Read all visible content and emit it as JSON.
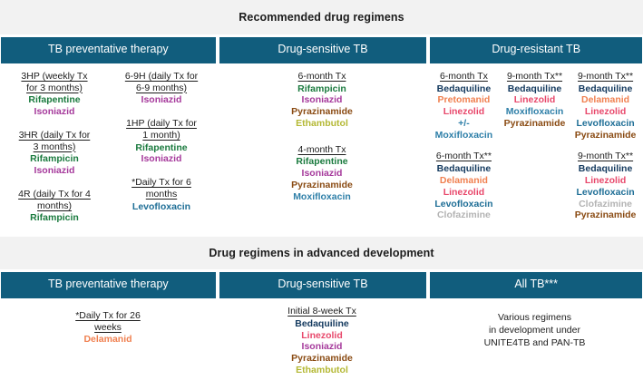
{
  "colors": {
    "header_bar": "#115D7D",
    "band": "#f2f2f2",
    "rifapentine": "#1A7A3E",
    "rifampicin": "#1A7A3E",
    "isoniazid": "#A5399B",
    "pyrazinamide": "#8A4B13",
    "ethambutol": "#B4B834",
    "moxifloxacin": "#2E7FA8",
    "levofloxacin": "#1E6E96",
    "bedaquiline": "#13395E",
    "pretomanid": "#F08050",
    "delamanid": "#F08050",
    "linezolid": "#E8486B",
    "clofazimine": "#B3B3B3",
    "text": "#1c1c1c"
  },
  "section1": {
    "title": "Recommended drug regimens",
    "columns": [
      {
        "header": "TB preventative therapy"
      },
      {
        "header": "Drug-sensitive TB"
      },
      {
        "header": "Drug-resistant TB"
      }
    ],
    "tpt_left": [
      {
        "title_line1": "3HP (weekly Tx",
        "title_line2": "for 3 months)",
        "drugs": [
          {
            "name": "Rifapentine",
            "color_key": "rifapentine"
          },
          {
            "name": "Isoniazid",
            "color_key": "isoniazid"
          }
        ]
      },
      {
        "title_line1": "3HR (daily Tx for",
        "title_line2": "3 months)",
        "drugs": [
          {
            "name": "Rifampicin",
            "color_key": "rifampicin"
          },
          {
            "name": "Isoniazid",
            "color_key": "isoniazid"
          }
        ]
      },
      {
        "title_line1": "4R  (daily Tx for 4",
        "title_line2": "months)",
        "drugs": [
          {
            "name": "Rifampicin",
            "color_key": "rifampicin"
          }
        ]
      }
    ],
    "tpt_right": [
      {
        "title_line1": "6-9H (daily Tx for",
        "title_line2": "6-9 months)",
        "drugs": [
          {
            "name": "Isoniazid",
            "color_key": "isoniazid"
          }
        ]
      },
      {
        "title_line1": "1HP (daily Tx for",
        "title_line2": "1 month)",
        "drugs": [
          {
            "name": "Rifapentine",
            "color_key": "rifapentine"
          },
          {
            "name": "Isoniazid",
            "color_key": "isoniazid"
          }
        ]
      },
      {
        "title_line1": "*Daily Tx for 6",
        "title_line2": "months",
        "drugs": [
          {
            "name": "Levofloxacin",
            "color_key": "levofloxacin"
          }
        ]
      }
    ],
    "ds_regimens": [
      {
        "title_line1": "6-month Tx",
        "title_line2": "",
        "drugs": [
          {
            "name": "Rifampicin",
            "color_key": "rifampicin"
          },
          {
            "name": "Isoniazid",
            "color_key": "isoniazid"
          },
          {
            "name": "Pyrazinamide",
            "color_key": "pyrazinamide"
          },
          {
            "name": "Ethambutol",
            "color_key": "ethambutol"
          }
        ]
      },
      {
        "title_line1": "4-month Tx",
        "title_line2": "",
        "drugs": [
          {
            "name": "Rifapentine",
            "color_key": "rifapentine"
          },
          {
            "name": "Isoniazid",
            "color_key": "isoniazid"
          },
          {
            "name": "Pyrazinamide",
            "color_key": "pyrazinamide"
          },
          {
            "name": "Moxifloxacin",
            "color_key": "moxifloxacin"
          }
        ]
      }
    ],
    "dr_row1": [
      {
        "title_line1": "6-month Tx",
        "title_line2": "",
        "drugs": [
          {
            "name": "Bedaquiline",
            "color_key": "bedaquiline"
          },
          {
            "name": "Pretomanid",
            "color_key": "pretomanid"
          },
          {
            "name": "Linezolid",
            "color_key": "linezolid"
          },
          {
            "name": "+/- Moxifloxacin",
            "color_key": "moxifloxacin"
          }
        ]
      },
      {
        "title_line1": "9-month Tx**",
        "title_line2": "",
        "drugs": [
          {
            "name": "Bedaquiline",
            "color_key": "bedaquiline"
          },
          {
            "name": "Linezolid",
            "color_key": "linezolid"
          },
          {
            "name": "Moxifloxacin",
            "color_key": "moxifloxacin"
          },
          {
            "name": "Pyrazinamide",
            "color_key": "pyrazinamide"
          }
        ]
      },
      {
        "title_line1": "9-month Tx**",
        "title_line2": "",
        "drugs": [
          {
            "name": "Bedaquiline",
            "color_key": "bedaquiline"
          },
          {
            "name": "Delamanid",
            "color_key": "delamanid"
          },
          {
            "name": "Linezolid",
            "color_key": "linezolid"
          },
          {
            "name": "Levofloxacin",
            "color_key": "levofloxacin"
          },
          {
            "name": "Pyrazinamide",
            "color_key": "pyrazinamide"
          }
        ]
      }
    ],
    "dr_row2": [
      {
        "title_line1": "6-month Tx**",
        "title_line2": "",
        "drugs": [
          {
            "name": "Bedaquiline",
            "color_key": "bedaquiline"
          },
          {
            "name": "Delamanid",
            "color_key": "delamanid"
          },
          {
            "name": "Linezolid",
            "color_key": "linezolid"
          },
          {
            "name": "Levofloxacin",
            "color_key": "levofloxacin"
          },
          {
            "name": "Clofazimine",
            "color_key": "clofazimine"
          }
        ]
      },
      {
        "title_line1": "9-month Tx**",
        "title_line2": "",
        "drugs": [
          {
            "name": "Bedaquiline",
            "color_key": "bedaquiline"
          },
          {
            "name": "Linezolid",
            "color_key": "linezolid"
          },
          {
            "name": "Levofloxacin",
            "color_key": "levofloxacin"
          },
          {
            "name": "Clofazimine",
            "color_key": "clofazimine"
          },
          {
            "name": "Pyrazinamide",
            "color_key": "pyrazinamide"
          }
        ]
      }
    ]
  },
  "section2": {
    "title": "Drug regimens in advanced development",
    "columns": [
      {
        "header": "TB preventative therapy"
      },
      {
        "header": "Drug-sensitive TB"
      },
      {
        "header": "All TB***"
      }
    ],
    "tpt_regimen": {
      "title_line1": "*Daily Tx for 26",
      "title_line2": "weeks",
      "drugs": [
        {
          "name": "Delamanid",
          "color_key": "delamanid"
        }
      ]
    },
    "ds_regimen": {
      "title_line1": "Initial 8-week Tx",
      "title_line2": "",
      "drugs": [
        {
          "name": "Bedaquiline",
          "color_key": "bedaquiline"
        },
        {
          "name": "Linezolid",
          "color_key": "linezolid"
        },
        {
          "name": "Isoniazid",
          "color_key": "isoniazid"
        },
        {
          "name": "Pyrazinamide",
          "color_key": "pyrazinamide"
        },
        {
          "name": "Ethambutol",
          "color_key": "ethambutol"
        }
      ]
    },
    "alltb_text": [
      "Various regimens",
      "in development under",
      "UNITE4TB and PAN-TB"
    ]
  }
}
